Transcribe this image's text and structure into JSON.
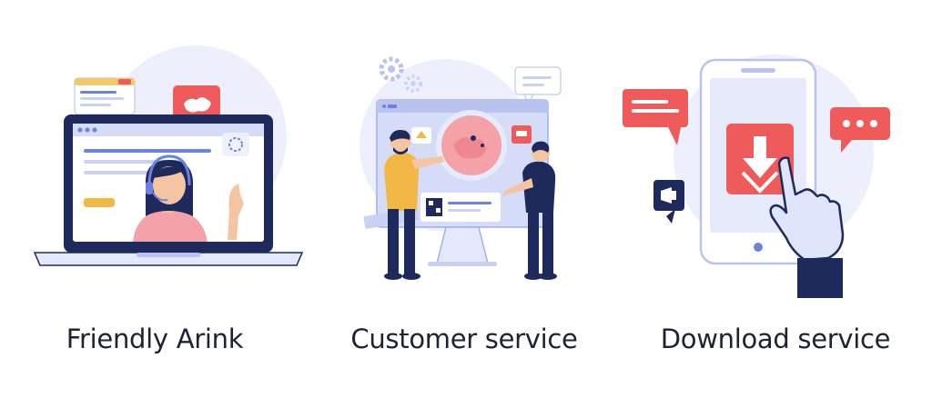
{
  "colors": {
    "navy": "#1f2a5c",
    "blue": "#6b82e0",
    "light_blue": "#e6ebfb",
    "red": "#ef5a5a",
    "pink": "#f4a1a8",
    "yellow": "#f2b845",
    "background_blob": "#edf0fc"
  },
  "panels": [
    {
      "caption": "Friendly Arink",
      "icons": [
        "laptop-icon",
        "video-call-icon",
        "headset-agent-icon",
        "chat-bubble-icon"
      ]
    },
    {
      "caption": "Customer service",
      "icons": [
        "monitor-icon",
        "gear-icon",
        "chat-bubble-icon",
        "presenter-people-icon"
      ]
    },
    {
      "caption": "Download service",
      "icons": [
        "smartphone-icon",
        "download-icon",
        "pointing-hand-icon",
        "chat-bubble-icon",
        "megaphone-icon"
      ]
    }
  ]
}
